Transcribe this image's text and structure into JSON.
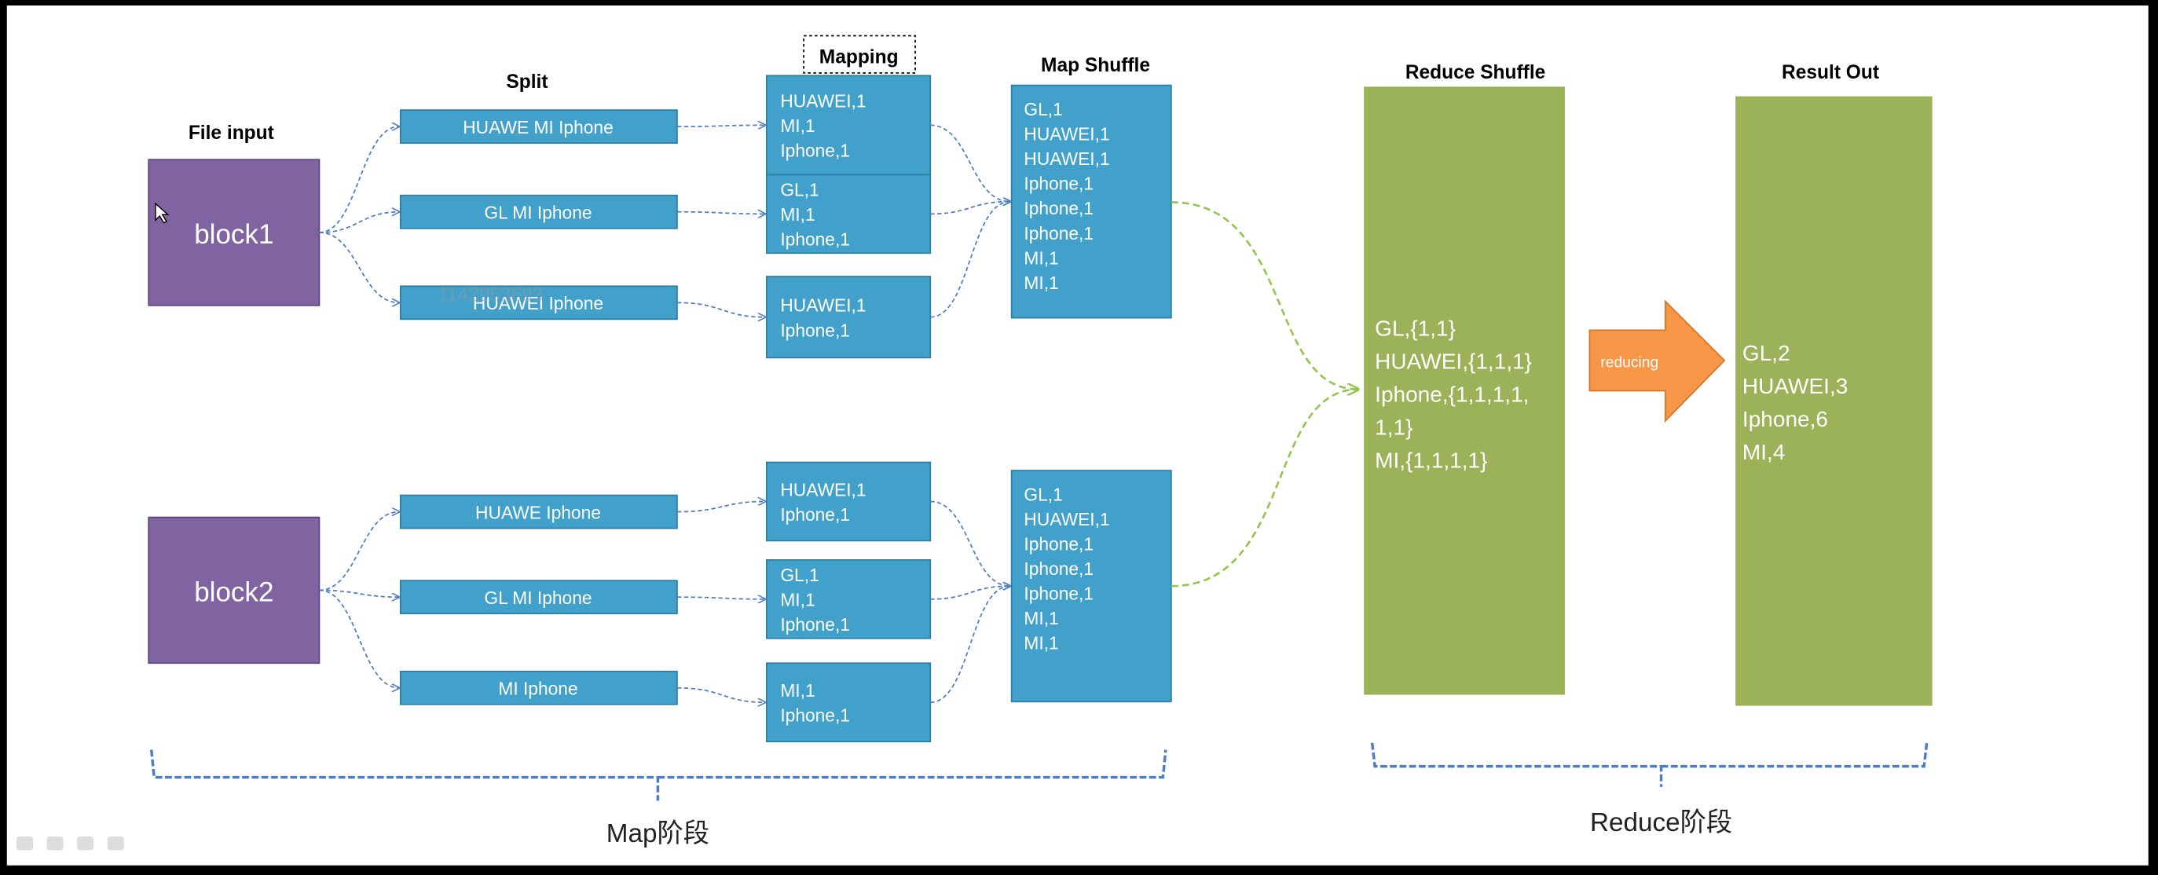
{
  "colors": {
    "block": "#8064A2",
    "process": "#42A1CB",
    "reduce": "#9BB259",
    "arrow": "#F79646",
    "connector": "#4F7DC4",
    "green_connector": "#92C64F"
  },
  "headers": {
    "file_input": "File input",
    "split": "Split",
    "mapping": "Mapping",
    "map_shuffle": "Map  Shuffle",
    "reduce_shuffle": "Reduce Shuffle",
    "result_out": "Result Out"
  },
  "blocks": [
    {
      "label": "block1",
      "splits": [
        "HUAWE  MI  Iphone",
        "GL  MI  Iphone",
        "HUAWEI    Iphone"
      ],
      "mappings": [
        [
          "HUAWEI,1",
          "MI,1",
          "Iphone,1"
        ],
        [
          "GL,1",
          "MI,1",
          "Iphone,1"
        ],
        [
          "HUAWEI,1",
          "Iphone,1"
        ]
      ],
      "shuffle": [
        "GL,1",
        "HUAWEI,1",
        "HUAWEI,1",
        "Iphone,1",
        "Iphone,1",
        "Iphone,1",
        "MI,1",
        "MI,1"
      ]
    },
    {
      "label": "block2",
      "splits": [
        "HUAWE   Iphone",
        "GL  MI  Iphone",
        "MI  Iphone"
      ],
      "mappings": [
        [
          "HUAWEI,1",
          "Iphone,1"
        ],
        [
          "GL,1",
          "MI,1",
          "Iphone,1"
        ],
        [
          "MI,1",
          "Iphone,1"
        ]
      ],
      "shuffle": [
        "GL,1",
        "HUAWEI,1",
        "Iphone,1",
        "Iphone,1",
        "Iphone,1",
        "MI,1",
        "MI,1"
      ]
    }
  ],
  "reduce_shuffle": [
    "GL,{1,1}",
    "HUAWEI,{1,1,1}",
    "Iphone,{1,1,1,1,",
    "1,1}",
    "MI,{1,1,1,1}"
  ],
  "reducing_label": "reducing",
  "result_out": [
    "GL,2",
    "HUAWEI,3",
    "Iphone,6",
    "MI,4"
  ],
  "phases": {
    "map": "Map阶段",
    "reduce": "Reduce阶段"
  },
  "watermark": "1142953693"
}
